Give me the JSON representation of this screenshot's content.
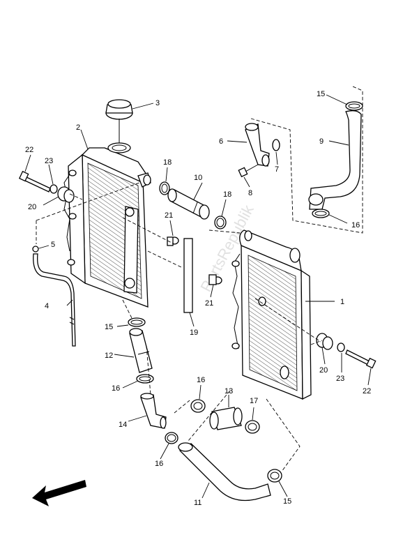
{
  "watermark": "PartsRepublik",
  "callouts": {
    "c1": "1",
    "c2": "2",
    "c3": "3",
    "c4": "4",
    "c5": "5",
    "c6": "6",
    "c7": "7",
    "c8": "8",
    "c9": "9",
    "c10": "10",
    "c11": "11",
    "c12": "12",
    "c13": "13",
    "c14": "14",
    "c15a": "15",
    "c15b": "15",
    "c15c": "15",
    "c16a": "16",
    "c16b": "16",
    "c16c": "16",
    "c16d": "16",
    "c17": "17",
    "c18a": "18",
    "c18b": "18",
    "c19": "19",
    "c20a": "20",
    "c20b": "20",
    "c21a": "21",
    "c21b": "21",
    "c22a": "22",
    "c22b": "22",
    "c23a": "23",
    "c23b": "23"
  }
}
